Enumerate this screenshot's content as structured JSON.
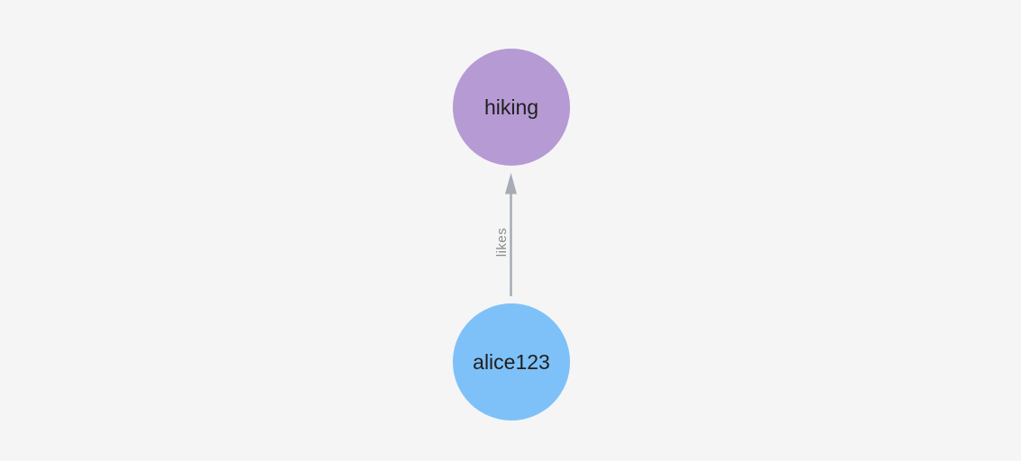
{
  "canvas": {
    "background": "#f5f5f6"
  },
  "graph": {
    "type": "node-link-graph",
    "nodes": [
      {
        "id": "hiking",
        "label": "hiking",
        "color": "#b69ad4",
        "text_color": "#1f1f1f"
      },
      {
        "id": "alice123",
        "label": "alice123",
        "color": "#7dc1f8",
        "text_color": "#1f1f1f"
      }
    ],
    "edges": [
      {
        "from": "alice123",
        "to": "hiking",
        "label": "likes",
        "direction": "up",
        "color": "#a6abb4",
        "label_color": "#8c8c8c"
      }
    ]
  }
}
